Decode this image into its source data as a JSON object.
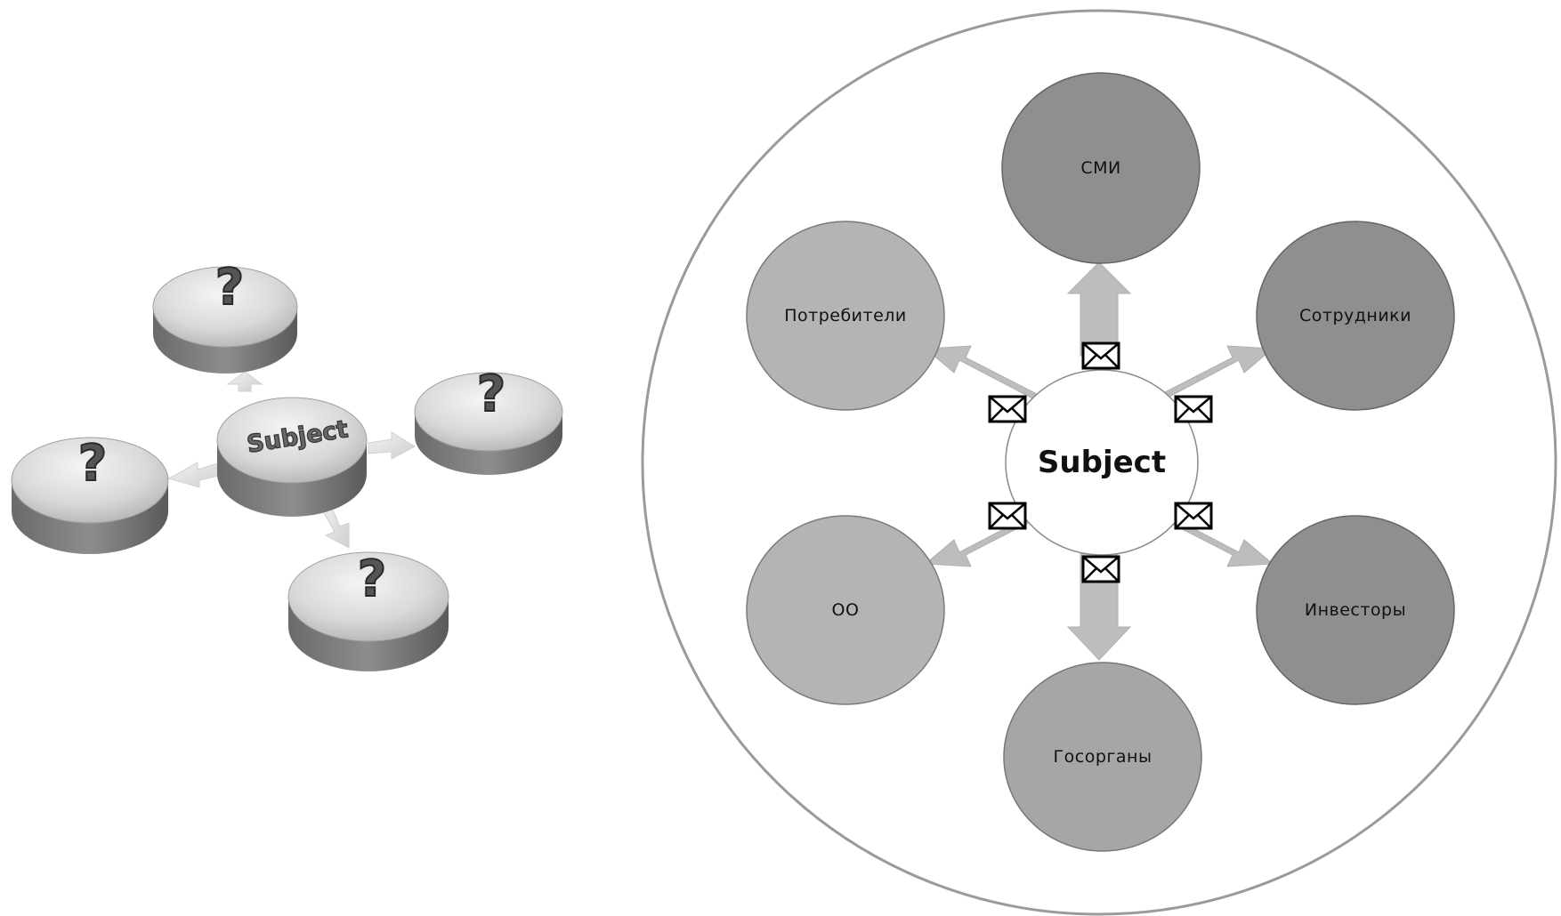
{
  "left_diagram": {
    "center_label": "Subject",
    "unknown_labels": [
      "?",
      "?",
      "?",
      "?"
    ]
  },
  "right_diagram": {
    "center_label": "Subject",
    "nodes": {
      "top": "СМИ",
      "upper_left": "Потребители",
      "upper_right": "Сотрудники",
      "lower_left": "ОО",
      "lower_right": "Инвесторы",
      "bottom": "Госорганы"
    },
    "message_icon": "envelope-icon"
  },
  "colors": {
    "dark_node": "#8f8f8f",
    "light_node": "#b4b4b4",
    "arrow": "#bdbdbd",
    "outer_ring": "#9a9a9a"
  }
}
